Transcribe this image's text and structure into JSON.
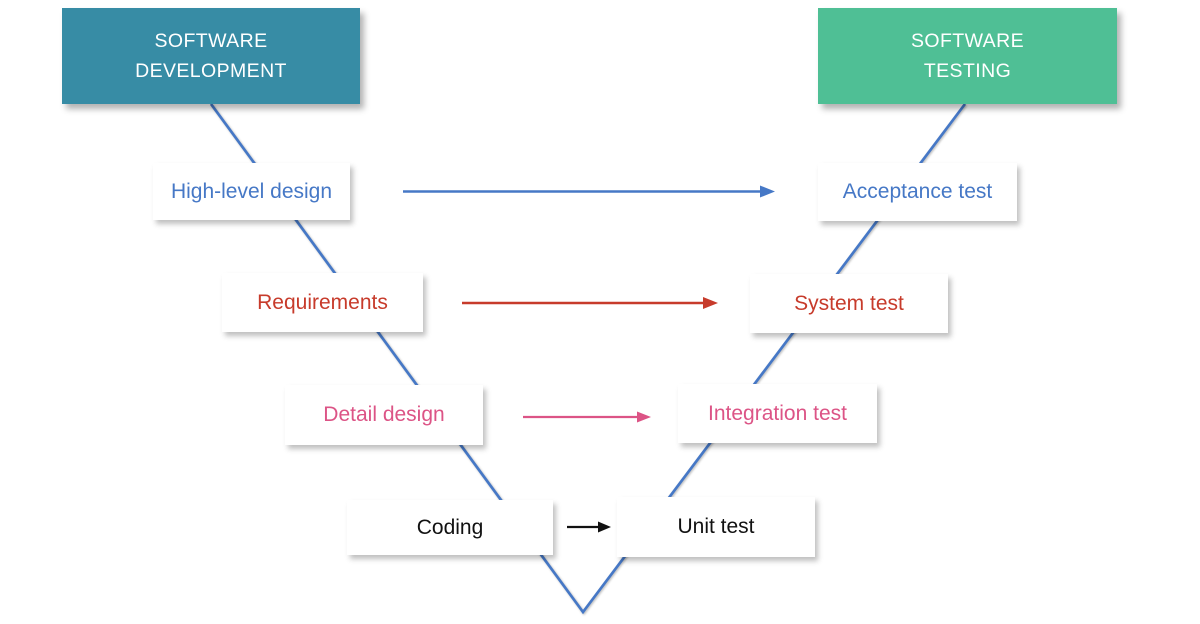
{
  "colors": {
    "teal": "#378CA5",
    "green": "#4FBF95",
    "blue": "#4678C6",
    "red": "#C73B2B",
    "pink": "#DC5486",
    "ink": "#111111"
  },
  "headers": {
    "development": {
      "label": "SOFTWARE\nDEVELOPMENT"
    },
    "testing": {
      "label": "SOFTWARE\nTESTING"
    }
  },
  "development_phases": {
    "high_level_design": {
      "label": "High-level design"
    },
    "requirements": {
      "label": "Requirements"
    },
    "detail_design": {
      "label": "Detail design"
    },
    "coding": {
      "label": "Coding"
    }
  },
  "testing_phases": {
    "acceptance_test": {
      "label": "Acceptance test"
    },
    "system_test": {
      "label": "System test"
    },
    "integration_test": {
      "label": "Integration test"
    },
    "unit_test": {
      "label": "Unit test"
    }
  },
  "edges": [
    {
      "from": "High-level design",
      "to": "Acceptance test",
      "color": "blue"
    },
    {
      "from": "Requirements",
      "to": "System test",
      "color": "red"
    },
    {
      "from": "Detail design",
      "to": "Integration test",
      "color": "pink"
    },
    {
      "from": "Coding",
      "to": "Unit test",
      "color": "black"
    }
  ]
}
